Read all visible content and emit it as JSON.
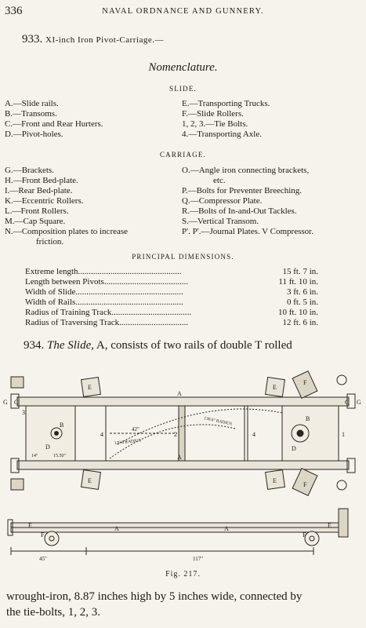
{
  "header": {
    "page_number": "336",
    "running_title": "NAVAL ORDNANCE AND GUNNERY."
  },
  "section": {
    "number": "933.",
    "title_sc": "XI-inch Iron Pivot-Carriage.—"
  },
  "nomenclature_heading": "Nomenclature.",
  "slide": {
    "heading": "SLIDE.",
    "left": [
      "A.—Slide rails.",
      "B.—Transoms.",
      "C.—Front and Rear Hurters.",
      "D.—Pivot-holes."
    ],
    "right": [
      "E.—Transporting Trucks.",
      "F.—Slide Rollers.",
      "1, 2, 3.—Tie Bolts.",
      "4.—Transporting Axle."
    ]
  },
  "carriage": {
    "heading": "CARRIAGE.",
    "left": [
      "G.—Brackets.",
      "H.—Front Bed-plate.",
      "I.—Rear Bed-plate.",
      "K.—Eccentric Rollers.",
      "L.—Front Rollers.",
      "M.—Cap Square.",
      "N.—Composition plates to increase",
      "friction."
    ],
    "right": [
      "O.—Angle iron connecting brackets,",
      "etc.",
      "P.—Bolts for Preventer Breeching.",
      "Q.—Compressor Plate.",
      "R.—Bolts of In-and-Out Tackles.",
      "S.—Vertical Transom.",
      "P'. P'.—Journal Plates.  V Compressor."
    ]
  },
  "dimensions": {
    "heading": "PRINCIPAL DIMENSIONS.",
    "rows": [
      {
        "label": "Extreme length................................................",
        "value": "15 ft.  7 in."
      },
      {
        "label": "Length between Pivots.......................................",
        "value": "11 ft. 10 in."
      },
      {
        "label": "Width of Slide..................................................",
        "value": "3 ft.  6 in."
      },
      {
        "label": "Width of Rails..................................................",
        "value": "0 ft.  5 in."
      },
      {
        "label": "Radius of Training Track.....................................",
        "value": "10 ft. 10 in."
      },
      {
        "label": "Radius of Traversing Track................................",
        "value": "12 ft.  6 in."
      }
    ]
  },
  "paragraph_934": {
    "number": "934.",
    "italic": "The Slide,",
    "rest": " A, consists of two rails of double T rolled"
  },
  "figure": {
    "caption": "Fig. 217.",
    "labels": {
      "G": "G",
      "C": "C",
      "A": "A",
      "B": "B",
      "D": "D",
      "E": "E",
      "F": "F",
      "n1": "1",
      "n2": "2",
      "n3": "3",
      "n4": "4",
      "len42": "42\"",
      "radius1": "130.6\" RADIUS",
      "radius2": "120.6 RADIUS",
      "r14": "14\"",
      "r15": "15.50\"",
      "d45": "45\"",
      "d117": "117\""
    }
  },
  "tail_text": [
    "wrought-iron, 8.87 inches high by 5 inches wide, connected by",
    "the tie-bolts, 1, 2, 3."
  ]
}
